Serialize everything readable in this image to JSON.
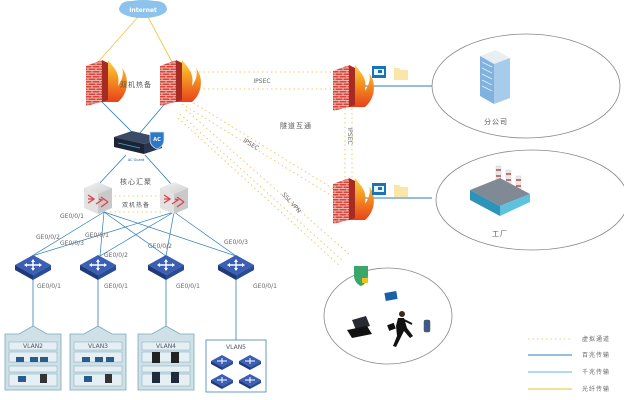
{
  "diagram": {
    "internet_label": "Internet",
    "firewall_ha_label": "双机热备",
    "ac_label": "AC Guard",
    "ac_badge": "AC",
    "core_label": "核心汇聚",
    "core_ha_label": "双机热备",
    "tunnel_label": "隧道互通",
    "ipsec_h_label": "IPSEC",
    "ipsec_v_label": "IPSEC",
    "ipsec_diag_label": "IPSEC",
    "sslvpn_label": "SSL VPN",
    "ports": {
      "core1_down": "GE0/0/1",
      "acc1_up_a": "GE0/0/2",
      "acc1_up_b": "GE0/0/3",
      "acc2_up_a": "GE0/0/1",
      "acc2_up_b": "GE0/0/2",
      "acc3_up": "GE0/0/2",
      "acc4_up": "GE0/0/3",
      "acc1_down": "GE0/0/1",
      "acc2_down": "GE0/0/1",
      "acc3_down": "GE0/0/1",
      "acc4_down": "GE0/0/1"
    },
    "vlans": [
      "VLAN2",
      "VLAN3",
      "VLAN4",
      "VLAN5"
    ],
    "sites": {
      "branch": "分公司",
      "factory": "工厂"
    }
  },
  "legend": [
    {
      "label": "虚拟通道",
      "style": "dotted",
      "color": "#f2c86a"
    },
    {
      "label": "百兆传输",
      "style": "solid",
      "color": "#2a7db8"
    },
    {
      "label": "千兆传输",
      "style": "solid",
      "color": "#5fb3df"
    },
    {
      "label": "光纤传输",
      "style": "solid",
      "color": "#e6c229"
    }
  ],
  "colors": {
    "link_blue": "#2a7db8",
    "vpn_dotted": "#f2c86a",
    "fiber_yellow": "#f0c64a",
    "internet_cloud": "#8cc3ec",
    "switch_blue": "#2f4ea0"
  }
}
